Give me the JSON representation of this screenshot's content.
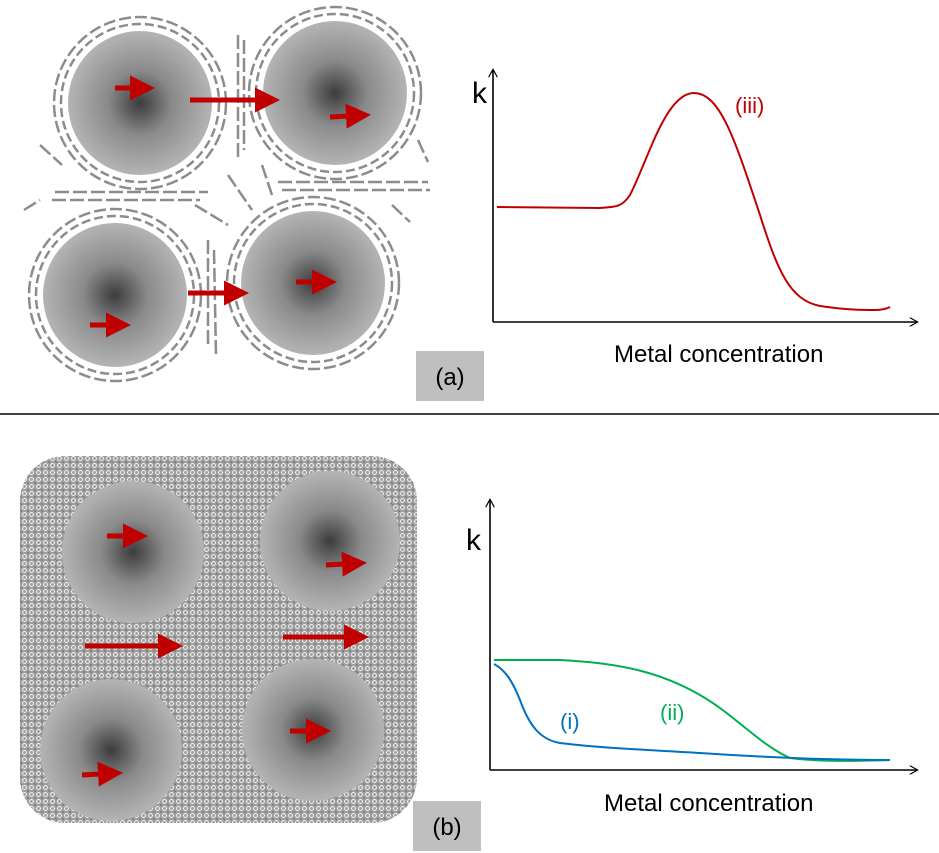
{
  "panel_a": {
    "tag": "(a)",
    "chart": {
      "ylabel": "k",
      "xlabel": "Metal concentration",
      "curve_label": "(iii)",
      "curve_color": "#c00000"
    }
  },
  "panel_b": {
    "tag": "(b)",
    "chart": {
      "ylabel": "k",
      "xlabel": "Metal concentration",
      "curve_i_label": "(i)",
      "curve_i_color": "#0070c0",
      "curve_ii_label": "(ii)",
      "curve_ii_color": "#00b050"
    }
  },
  "colors": {
    "arrow": "#c00000",
    "shell": "#7f7f7f",
    "tag_bg": "#bfbfbf",
    "divider": "#000000"
  }
}
